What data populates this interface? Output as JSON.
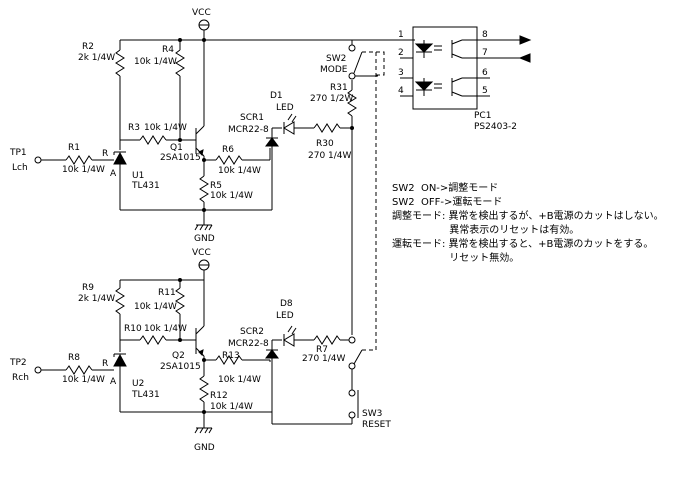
{
  "labels": {
    "vcc_top": "VCC",
    "vcc_bot": "VCC",
    "gnd_top": "GND",
    "gnd_bot": "GND",
    "r2": "R2",
    "r2_val": "2k 1/4W",
    "r4": "R4",
    "r4_val": "10k 1/4W",
    "r3": "R3",
    "r3_val": "10k 1/4W",
    "q1": "Q1",
    "q1_part": "2SA1015",
    "r6": "R6",
    "r6_val": "10k 1/4W",
    "r5": "R5",
    "r5_val": "10k 1/4W",
    "r1": "R1",
    "r1_val": "10k 1/4W",
    "u1": "U1",
    "u1_part": "TL431",
    "tp1": "TP1",
    "tp1_ch": "Lch",
    "d1": "D1",
    "d1_type": "LED",
    "scr1": "SCR1",
    "scr1_part": "MCR22-8",
    "r30": "R30",
    "r30_val": "270 1/4W",
    "r31": "R31",
    "r31_val": "270 1/2W",
    "sw2": "SW2",
    "sw2_name": "MODE",
    "pc1": "PC1",
    "pc1_part": "PS2403-2",
    "pin1": "1",
    "pin2": "2",
    "pin3": "3",
    "pin4": "4",
    "pin5": "5",
    "pin6": "6",
    "pin7": "7",
    "pin8": "8",
    "r9": "R9",
    "r9_val": "2k 1/4W",
    "r11": "R11",
    "r11_val": "10k 1/4W",
    "r10": "R10",
    "r10_val": "10k 1/4W",
    "q2": "Q2",
    "q2_part": "2SA1015",
    "r13": "R13",
    "r13_val": "10k 1/4W",
    "r12": "R12",
    "r12_val": "10k 1/4W",
    "r8": "R8",
    "r8_val": "10k 1/4W",
    "u2": "U2",
    "u2_part": "TL431",
    "tp2": "TP2",
    "tp2_ch": "Rch",
    "d8": "D8",
    "d8_type": "LED",
    "scr2": "SCR2",
    "scr2_part": "MCR22-8",
    "r7": "R7",
    "r7_val": "270 1/4W",
    "sw3": "SW3",
    "sw3_name": "RESET",
    "pin_r": "R",
    "pin_a": "A",
    "pin_r2": "R",
    "pin_a2": "A"
  },
  "notes": [
    "SW2  ON->調整モード",
    "SW2  OFF->運転モード",
    "調整モード: 異常を検出するが、+B電源のカットはしない。",
    "                  異常表示のリセットは有効。",
    "運転モード: 異常を検出すると、+B電源のカットをする。",
    "                  リセット無効。"
  ]
}
